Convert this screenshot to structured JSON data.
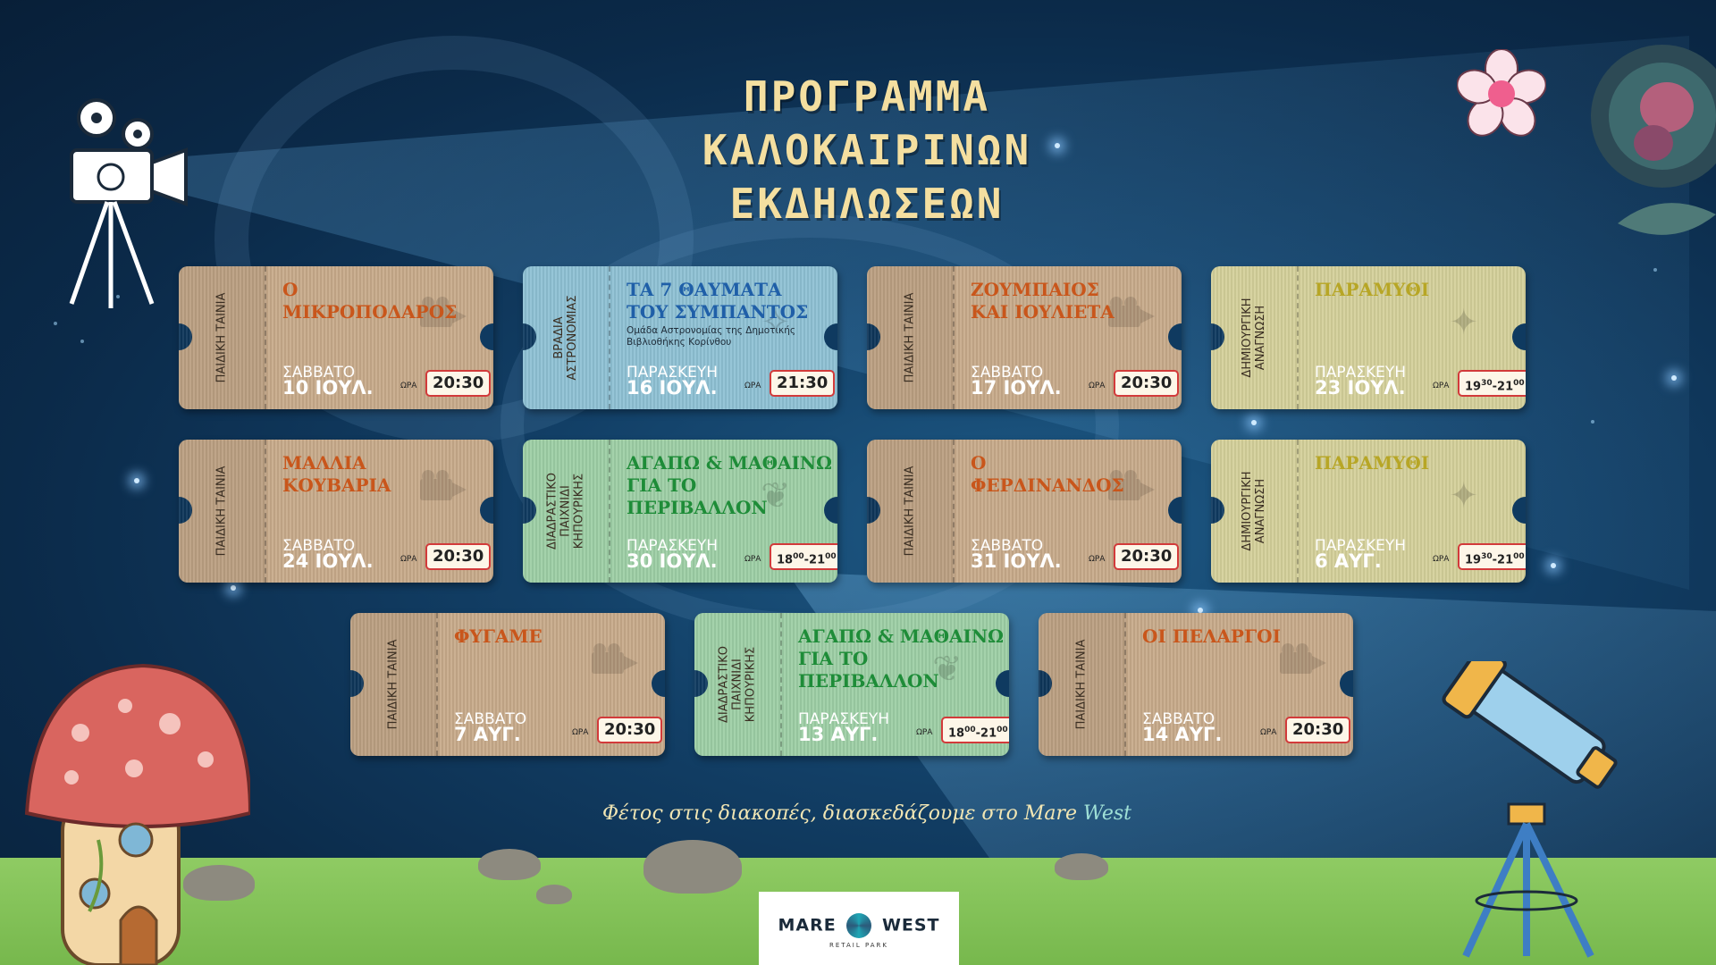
{
  "header": {
    "title_lines": [
      "ΠΡΟΓΡΑΜΜΑ",
      "ΚΑΛΟΚΑΙΡΙΝΩΝ",
      "ΕΚΔΗΛΩΣΕΩΝ"
    ]
  },
  "ora_label": "ΩΡΑ",
  "events": [
    {
      "category": "ΠΑΙΔΙΚΗ ΤΑΙΝΙΑ",
      "title": "Ο\nΜΙΚΡΟΠΟΔΑΡΟΣ",
      "subtitle": "",
      "day": "ΣΑΒΒΑΤΟ",
      "date": "10 ΙΟΥΛ.",
      "time": "20:30",
      "color": "brown",
      "icon": "camera-icon"
    },
    {
      "category": "ΒΡΑΔΙΑ\nΑΣΤΡΟΝΟΜΙΑΣ",
      "title": "ΤΑ 7 ΘΑΥΜΑΤΑ\nΤΟΥ ΣΥΜΠΑΝΤΟΣ",
      "subtitle": "Ομάδα Αστρονομίας της Δημοτικής\nΒιβλιοθήκης Κορίνθου",
      "day": "ΠΑΡΑΣΚΕΥΗ",
      "date": "16 ΙΟΥΛ.",
      "time": "21:30",
      "color": "blue",
      "icon": "star-icon"
    },
    {
      "category": "ΠΑΙΔΙΚΗ ΤΑΙΝΙΑ",
      "title": "ΖΟΥΜΠΑΙΟΣ\nΚΑΙ ΙΟΥΛΙΕΤΑ",
      "subtitle": "",
      "day": "ΣΑΒΒΑΤΟ",
      "date": "17 ΙΟΥΛ.",
      "time": "20:30",
      "color": "brown",
      "icon": "camera-icon"
    },
    {
      "category": "ΔΗΜΙΟΥΡΓΙΚΗ\nΑΝΑΓΝΩΣΗ",
      "title": "ΠΑΡΑΜΥΘΙ",
      "subtitle": "",
      "day": "ΠΑΡΑΣΚΕΥΗ",
      "date": "23 ΙΟΥΛ.",
      "time_from": "19",
      "time_from_sup": "30",
      "time_to": "21",
      "time_to_sup": "00",
      "color": "yellow",
      "icon": "magic-wand-icon"
    },
    {
      "category": "ΠΑΙΔΙΚΗ ΤΑΙΝΙΑ",
      "title": "ΜΑΛΛΙΑ\nΚΟΥΒΑΡΙΑ",
      "subtitle": "",
      "day": "ΣΑΒΒΑΤΟ",
      "date": "24 ΙΟΥΛ.",
      "time": "20:30",
      "color": "brown",
      "icon": "camera-icon"
    },
    {
      "category": "ΔΙΑΔΡΑΣΤΙΚΟ\nΠΑΙΧΝΙΔΙ\nΚΗΠΟΥΡΙΚΗΣ",
      "title": "ΑΓΑΠΩ & ΜΑΘΑΙΝΩ\nΓΙΑ ΤΟ ΠΕΡΙΒΑΛΛΟΝ",
      "subtitle": "",
      "day": "ΠΑΡΑΣΚΕΥΗ",
      "date": "30 ΙΟΥΛ.",
      "time_from": "18",
      "time_from_sup": "00",
      "time_to": "21",
      "time_to_sup": "00",
      "color": "green",
      "icon": "leaf-icon"
    },
    {
      "category": "ΠΑΙΔΙΚΗ ΤΑΙΝΙΑ",
      "title": "Ο\nΦΕΡΔΙΝΑΝΔΟΣ",
      "subtitle": "",
      "day": "ΣΑΒΒΑΤΟ",
      "date": "31 ΙΟΥΛ.",
      "time": "20:30",
      "color": "brown",
      "icon": "camera-icon"
    },
    {
      "category": "ΔΗΜΙΟΥΡΓΙΚΗ\nΑΝΑΓΝΩΣΗ",
      "title": "ΠΑΡΑΜΥΘΙ",
      "subtitle": "",
      "day": "ΠΑΡΑΣΚΕΥΗ",
      "date": "6 ΑΥΓ.",
      "time_from": "19",
      "time_from_sup": "30",
      "time_to": "21",
      "time_to_sup": "00",
      "color": "yellow",
      "icon": "magic-wand-icon"
    },
    {
      "category": "ΠΑΙΔΙΚΗ ΤΑΙΝΙΑ",
      "title": "ΦΥΓΑΜΕ",
      "subtitle": "",
      "day": "ΣΑΒΒΑΤΟ",
      "date": "7 ΑΥΓ.",
      "time": "20:30",
      "color": "brown",
      "icon": "camera-icon"
    },
    {
      "category": "ΔΙΑΔΡΑΣΤΙΚΟ\nΠΑΙΧΝΙΔΙ\nΚΗΠΟΥΡΙΚΗΣ",
      "title": "ΑΓΑΠΩ & ΜΑΘΑΙΝΩ\nΓΙΑ ΤΟ ΠΕΡΙΒΑΛΛΟΝ",
      "subtitle": "",
      "day": "ΠΑΡΑΣΚΕΥΗ",
      "date": "13 ΑΥΓ.",
      "time_from": "18",
      "time_from_sup": "00",
      "time_to": "21",
      "time_to_sup": "00",
      "color": "green",
      "icon": "leaf-icon"
    },
    {
      "category": "ΠΑΙΔΙΚΗ ΤΑΙΝΙΑ",
      "title": "ΟΙ ΠΕΛΑΡΓΟΙ",
      "subtitle": "",
      "day": "ΣΑΒΒΑΤΟ",
      "date": "14 ΑΥΓ.",
      "time": "20:30",
      "color": "brown",
      "icon": "camera-icon"
    }
  ],
  "footer": {
    "tagline_prefix": "Φέτος στις διακοπές, διασκεδάζουμε στο ",
    "tagline_brand_a": "Mare ",
    "tagline_brand_b": "West",
    "logo_left": "MARE",
    "logo_right": "WEST",
    "logo_sub": "RETAIL PARK"
  },
  "colors": {
    "brown": "#c7aa8a",
    "blue": "#8ec1d4",
    "green": "#9dcfa5",
    "yellow": "#d4d09a",
    "title_text": "#f4dfa0",
    "sky": "#0b2a49"
  }
}
